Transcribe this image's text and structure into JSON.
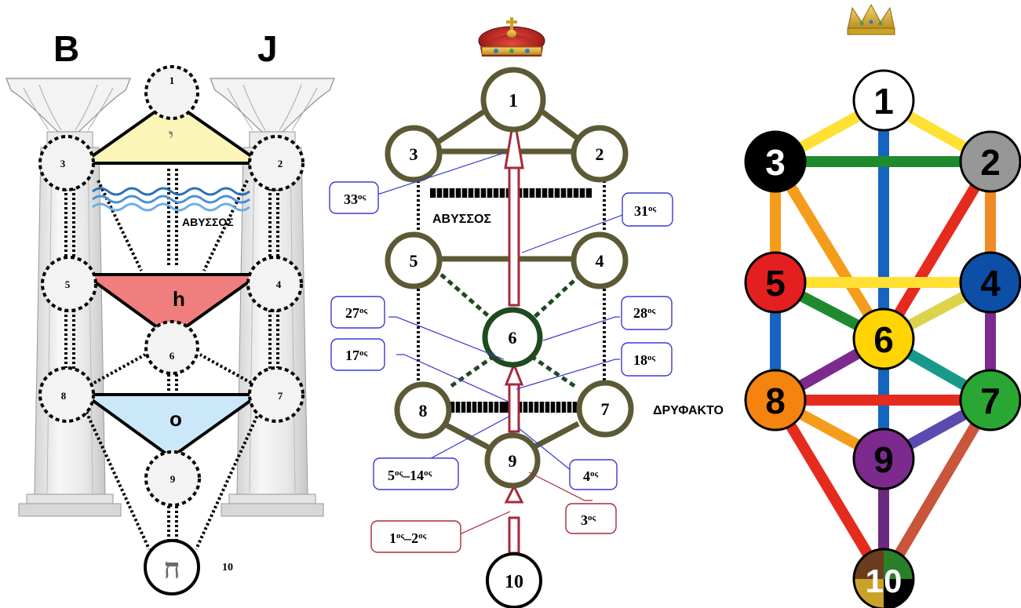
{
  "left_panel": {
    "pillar_left_letter": "B",
    "pillar_right_letter": "J",
    "nodes": [
      "1",
      "2",
      "3",
      "4",
      "5",
      "6",
      "7",
      "8",
      "9"
    ],
    "node_10_glyph": "ח",
    "node_10_label": "10",
    "triangle_top_glyph": "י",
    "triangle_middle_letter": "h",
    "triangle_bottom_letter": "o",
    "abyss_label": "ΑΒΥΣΣΟΣ",
    "colors": {
      "top_triangle": "#fbf6b8",
      "middle_triangle": "#f07e7e",
      "bottom_triangle": "#cbe8fa",
      "water": "#2a6fb8"
    }
  },
  "middle_panel": {
    "nodes": [
      "1",
      "2",
      "3",
      "4",
      "5",
      "6",
      "7",
      "8",
      "9",
      "10"
    ],
    "abyss_label": "ΑΒΥΣΣΟΣ",
    "barrier_label": "ΔΡΥΦΑΚΤΟ",
    "degree_labels": {
      "d33": "33",
      "d31": "31",
      "d27": "27",
      "d28": "28",
      "d17": "17",
      "d18": "18",
      "d5_14_a": "5",
      "d5_14_b": "14",
      "d4": "4",
      "d3": "3",
      "d1_2_a": "1",
      "d1_2_b": "2"
    },
    "ordinal_suffix": "ος",
    "dash": "–",
    "colors": {
      "ring": "#5c5a35",
      "center_ring": "#1f4a1f",
      "arrow": "#a52a3a",
      "blue_box": "#3a3ad0",
      "red_box": "#a52a3a"
    }
  },
  "right_panel": {
    "nodes": [
      {
        "label": "1",
        "fill": "#ffffff",
        "text": "#000000"
      },
      {
        "label": "2",
        "fill": "#979797",
        "text": "#000000"
      },
      {
        "label": "3",
        "fill": "#000000",
        "text": "#ffffff"
      },
      {
        "label": "4",
        "fill": "#0d4ea6",
        "text": "#000000"
      },
      {
        "label": "5",
        "fill": "#e41f1f",
        "text": "#000000"
      },
      {
        "label": "6",
        "fill": "#ffd400",
        "text": "#000000"
      },
      {
        "label": "7",
        "fill": "#2aa732",
        "text": "#000000"
      },
      {
        "label": "8",
        "fill": "#f4830f",
        "text": "#000000"
      },
      {
        "label": "9",
        "fill": "#7d2a8f",
        "text": "#000000"
      },
      {
        "label": "10",
        "fill": "#6b3d1d",
        "text": "#ffffff"
      }
    ],
    "node_10_quarters": [
      "#6b3d1d",
      "#2a7f2a",
      "#000000",
      "#c9a227"
    ]
  }
}
